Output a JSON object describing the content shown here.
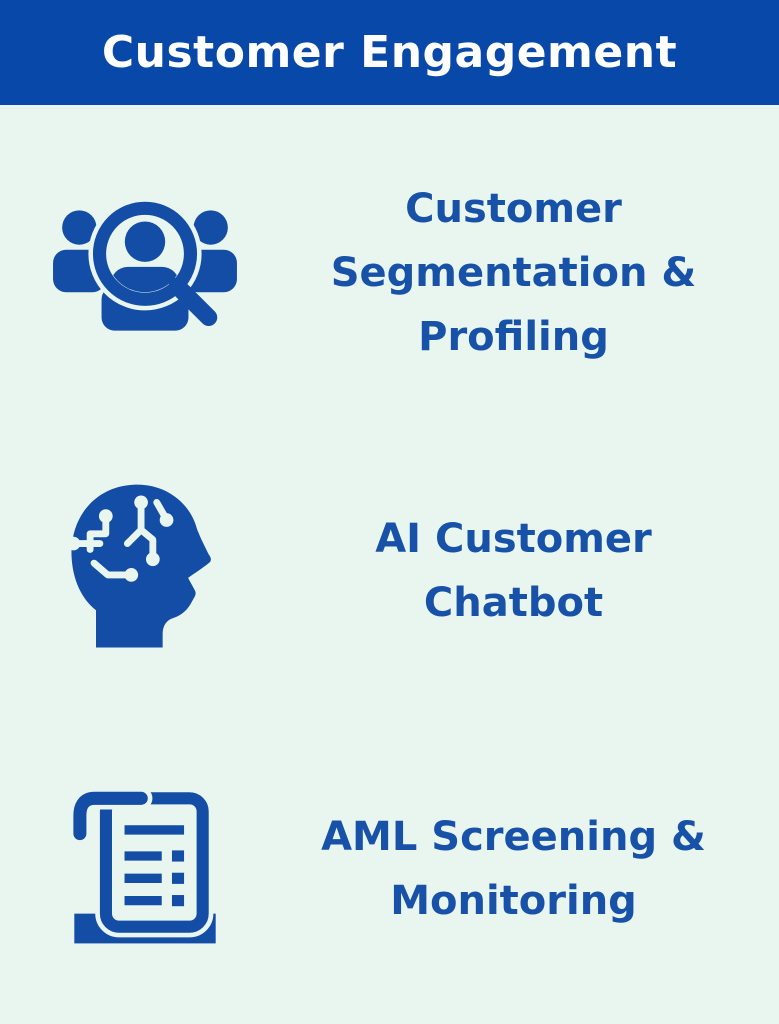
{
  "header": {
    "title": "Customer Engagement"
  },
  "items": [
    {
      "icon": "customer-segmentation-search-icon",
      "title": "Customer Segmentation & Profiling",
      "lines": [
        "Customer",
        "Segmentation &",
        "Profiling"
      ]
    },
    {
      "icon": "ai-head-circuit-icon",
      "title": "AI Customer Chatbot",
      "lines": [
        "AI Customer",
        "Chatbot"
      ]
    },
    {
      "icon": "aml-scroll-document-icon",
      "title": "AML Screening & Monitoring",
      "lines": [
        "AML Screening &",
        "Monitoring"
      ]
    }
  ],
  "colors": {
    "header_background": "#0748A8",
    "page_background": "#E9F6EF",
    "text_blue": "#1852A8",
    "icon_blue": "#134DA6",
    "header_text": "#FFFFFF"
  }
}
